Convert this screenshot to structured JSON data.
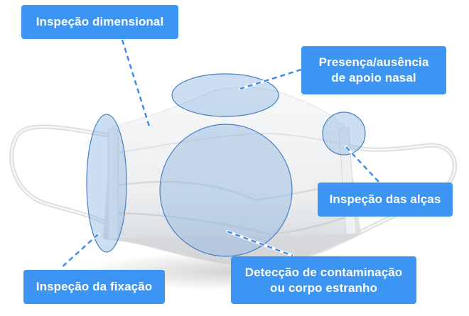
{
  "diagram": {
    "subject": "surgical face mask",
    "accent_color": "#3d95f3",
    "highlight_color": "#a9c8e8",
    "callouts": [
      {
        "id": "dimensional",
        "lines": [
          "Inspeção dimensional"
        ]
      },
      {
        "id": "nasal",
        "lines": [
          "Presença/ausência",
          "de apoio nasal"
        ]
      },
      {
        "id": "straps",
        "lines": [
          "Inspeção das alças"
        ]
      },
      {
        "id": "contamination",
        "lines": [
          "Detecção de contaminação",
          "ou corpo estranho"
        ]
      },
      {
        "id": "fixation",
        "lines": [
          "Inspeção da fixação"
        ]
      }
    ]
  }
}
